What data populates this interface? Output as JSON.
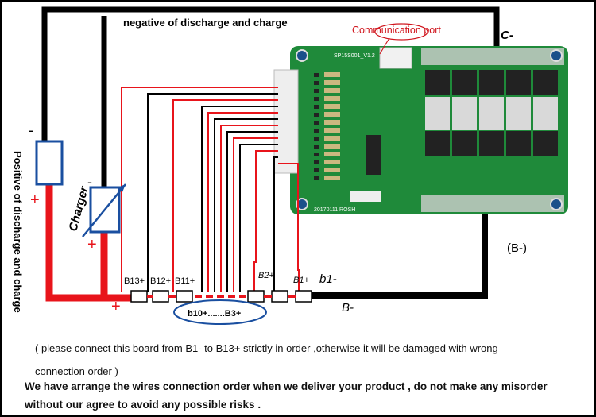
{
  "labels": {
    "top_wire": "negative of discharge and charge",
    "comm_port": "Communication port",
    "c_minus": "C-",
    "b_minus_paren": "(B-)",
    "left_vertical": "Positive of discharge and charge",
    "charger": "Charger",
    "b13": "B13+",
    "b12": "B12+",
    "b11": "B11+",
    "b2": "B2+",
    "b1": "B1+",
    "b1_minus": "b1-",
    "b_minus": "B-",
    "b10_b3": "b10+.......B3+",
    "board_model": "SP15S001_V1.2",
    "board_date": "20170111 ROSH",
    "plus": "+",
    "minus": "-"
  },
  "notes": {
    "line1": "( please connect this board from B1- to  B13+  strictly in order ,otherwise it will be damaged with wrong",
    "line2": "connection order )",
    "warning1": "We have arrange the wires connection order when we deliver your product , do not make any misorder",
    "warning2": "without our agree to avoid any possible risks ."
  },
  "colors": {
    "wire_red": "#e8141b",
    "wire_black": "#000000",
    "pcb_green": "#1f8a3a",
    "ellipse_blue": "#1a4fa0",
    "comm_red": "#d0141c"
  }
}
